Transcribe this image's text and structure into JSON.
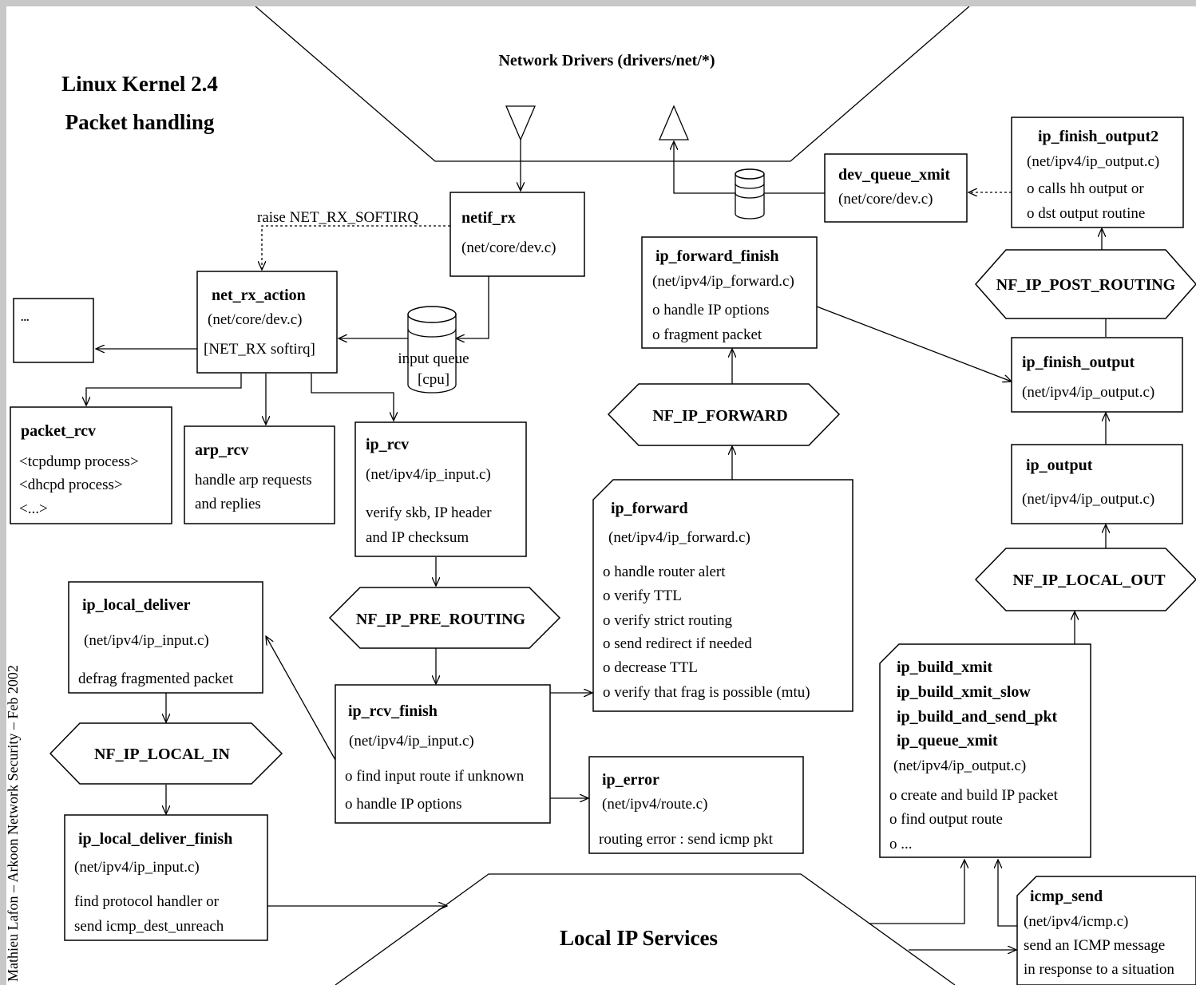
{
  "title": {
    "line1": "Linux Kernel 2.4",
    "line2": "Packet handling"
  },
  "credit": "Mathieu Lafon – Arkoon Network Security – Feb 2002",
  "drivers_label": "Network Drivers (drivers/net/*)",
  "local_services_label": "Local IP Services",
  "softirq_label": "raise NET_RX_SOFTIRQ",
  "input_queue": {
    "l1": "input queue",
    "l2": "[cpu]"
  },
  "boxes": {
    "netif_rx": {
      "name": "netif_rx",
      "file": "(net/core/dev.c)"
    },
    "dev_queue_xmit": {
      "name": "dev_queue_xmit",
      "file": "(net/core/dev.c)"
    },
    "ip_finish_output2": {
      "name": "ip_finish_output2",
      "file": "(net/ipv4/ip_output.c)",
      "l1": "o calls hh output or",
      "l2": "o dst output routine"
    },
    "net_rx_action": {
      "name": "net_rx_action",
      "file": "(net/core/dev.c)",
      "l1": "[NET_RX softirq]"
    },
    "unknown": {
      "name": "..."
    },
    "packet_rcv": {
      "name": "packet_rcv",
      "l1": "<tcpdump process>",
      "l2": "<dhcpd process>",
      "l3": "<...>"
    },
    "arp_rcv": {
      "name": "arp_rcv",
      "l1": "handle arp requests",
      "l2": "and replies"
    },
    "ip_rcv": {
      "name": "ip_rcv",
      "file": "(net/ipv4/ip_input.c)",
      "l1": "verify skb, IP header",
      "l2": "and IP checksum"
    },
    "ip_forward_finish": {
      "name": "ip_forward_finish",
      "file": "(net/ipv4/ip_forward.c)",
      "l1": "o handle IP options",
      "l2": "o fragment packet"
    },
    "ip_finish_output": {
      "name": "ip_finish_output",
      "file": "(net/ipv4/ip_output.c)"
    },
    "ip_output": {
      "name": "ip_output",
      "file": "(net/ipv4/ip_output.c)"
    },
    "ip_forward": {
      "name": "ip_forward",
      "file": "(net/ipv4/ip_forward.c)",
      "l1": "o handle router alert",
      "l2": "o verify TTL",
      "l3": "o verify strict routing",
      "l4": "o send redirect if needed",
      "l5": "o decrease TTL",
      "l6": "o verify that frag is possible (mtu)"
    },
    "ip_local_deliver": {
      "name": "ip_local_deliver",
      "file": "(net/ipv4/ip_input.c)",
      "l1": "defrag fragmented packet"
    },
    "ip_rcv_finish": {
      "name": "ip_rcv_finish",
      "file": "(net/ipv4/ip_input.c)",
      "l1": "o find input route if unknown",
      "l2": "o handle IP options"
    },
    "ip_error": {
      "name": "ip_error",
      "file": "(net/ipv4/route.c)",
      "l1": "routing error : send icmp pkt"
    },
    "ip_build_xmit": {
      "n1": "ip_build_xmit",
      "n2": "ip_build_xmit_slow",
      "n3": "ip_build_and_send_pkt",
      "n4": "ip_queue_xmit",
      "file": "(net/ipv4/ip_output.c)",
      "l1": "o create and build IP packet",
      "l2": "o find output route",
      "l3": "o ..."
    },
    "ip_local_deliver_finish": {
      "name": "ip_local_deliver_finish",
      "file": "(net/ipv4/ip_input.c)",
      "l1": "find protocol handler or",
      "l2": "send icmp_dest_unreach"
    },
    "icmp_send": {
      "name": "icmp_send",
      "file": "(net/ipv4/icmp.c)",
      "l1": "send an ICMP message",
      "l2": "in response to a situation"
    }
  },
  "hooks": {
    "post_routing": "NF_IP_POST_ROUTING",
    "forward": "NF_IP_FORWARD",
    "local_out": "NF_IP_LOCAL_OUT",
    "pre_routing": "NF_IP_PRE_ROUTING",
    "local_in": "NF_IP_LOCAL_IN"
  }
}
